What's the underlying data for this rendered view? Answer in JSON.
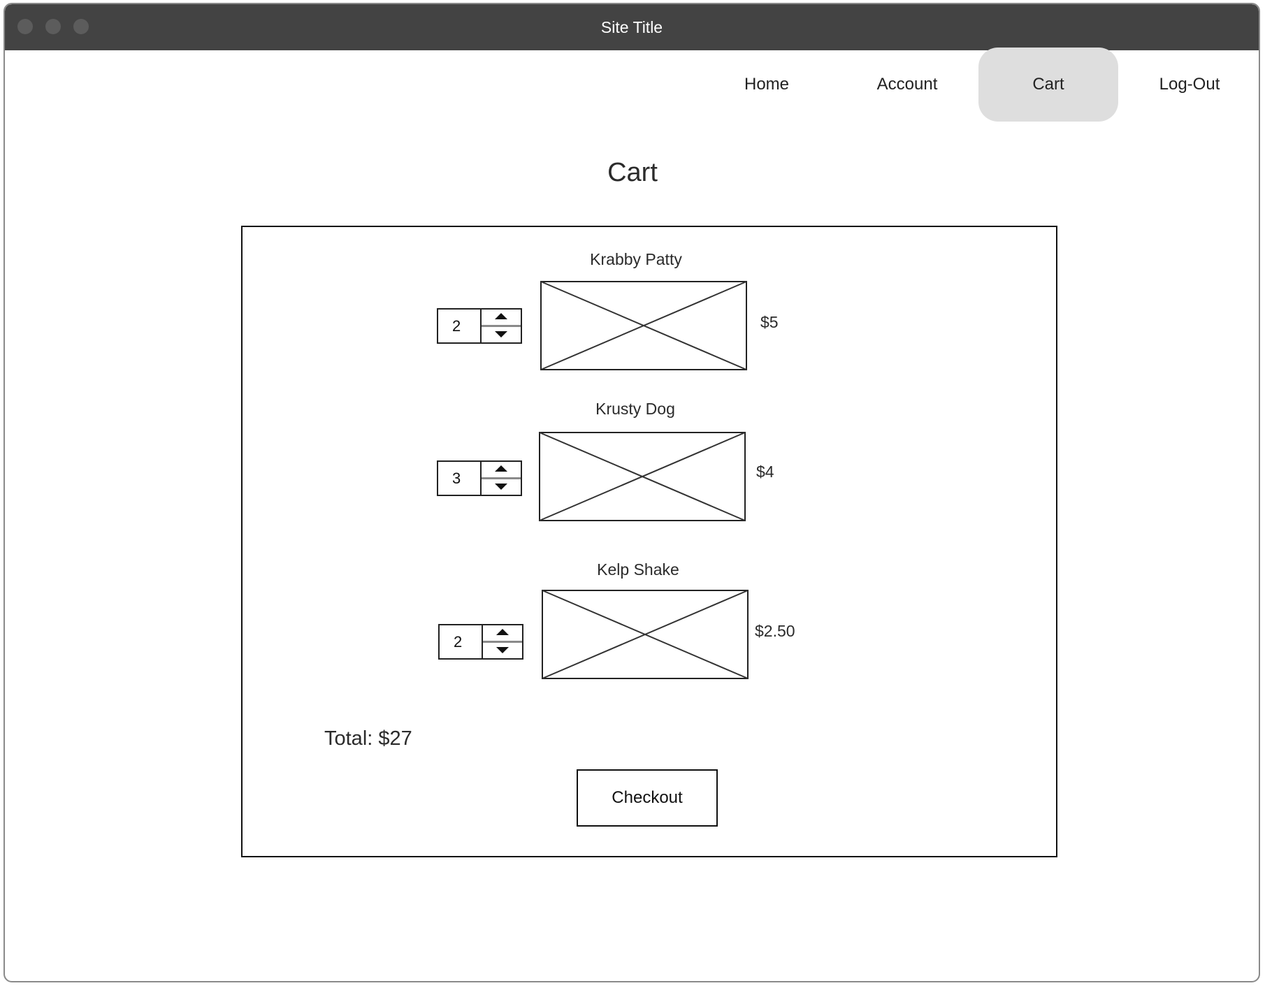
{
  "window": {
    "title": "Site Title"
  },
  "nav": {
    "items": [
      {
        "label": "Home",
        "active": false
      },
      {
        "label": "Account",
        "active": false
      },
      {
        "label": "Cart",
        "active": true
      },
      {
        "label": "Log-Out",
        "active": false
      }
    ]
  },
  "page": {
    "title": "Cart"
  },
  "cart": {
    "items": [
      {
        "name": "Krabby Patty",
        "quantity": "2",
        "price": "$5",
        "image": "image-placeholder-icon"
      },
      {
        "name": "Krusty Dog",
        "quantity": "3",
        "price": "$4",
        "image": "image-placeholder-icon"
      },
      {
        "name": "Kelp Shake",
        "quantity": "2",
        "price": "$2.50",
        "image": "image-placeholder-icon"
      }
    ],
    "total": "Total: $27",
    "checkout_label": "Checkout"
  },
  "colors": {
    "titlebar": "#434343",
    "nav_active": "#dedede",
    "border": "#111111"
  }
}
